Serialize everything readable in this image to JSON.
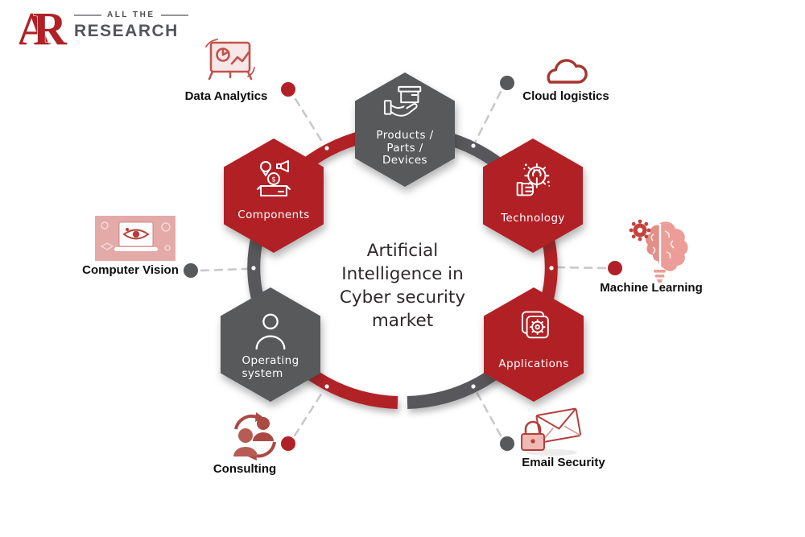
{
  "logo": {
    "monogram_a": "A",
    "monogram_r": "R",
    "top": "ALL THE",
    "bottom": "RESEARCH"
  },
  "center_title": {
    "lines": [
      "Artificial",
      "Intelligence in",
      "Cyber security",
      "market"
    ]
  },
  "hexagons": {
    "products": {
      "lines": [
        "Products /",
        "Parts /",
        "Devices"
      ],
      "color": "#58595b",
      "icon": "hand-holding-box"
    },
    "technology": {
      "label": "Technology",
      "color": "#b12025",
      "icon": "gear-wrench-hand"
    },
    "components": {
      "label": "Components",
      "color": "#b12025",
      "icon": "pin-megaphone-money"
    },
    "operating_system": {
      "lines": [
        "Operating",
        "system"
      ],
      "color": "#58595b",
      "icon": "person-outline"
    },
    "applications": {
      "label": "Applications",
      "color": "#b12025",
      "icon": "stacked-windows-gear"
    }
  },
  "satellites": {
    "data_analytics": {
      "label": "Data Analytics",
      "dot_color": "#b02127"
    },
    "cloud_logistics": {
      "label": "Cloud logistics",
      "dot_color": "#58595b"
    },
    "computer_vision": {
      "label": "Computer Vision",
      "dot_color": "#58595b"
    },
    "machine_learning": {
      "label": "Machine Learning",
      "dot_color": "#b02127"
    },
    "consulting": {
      "label": "Consulting",
      "dot_color": "#b02127"
    },
    "email_security": {
      "label": "Email Security",
      "dot_color": "#58595b"
    }
  },
  "glyphs": {
    "dollar": "$"
  },
  "colors": {
    "red": "#b12025",
    "dark_gray": "#58595b",
    "connector_dash": "#c9c9cb",
    "label_text": "#0e0e0e",
    "title_text": "#2d292b"
  }
}
